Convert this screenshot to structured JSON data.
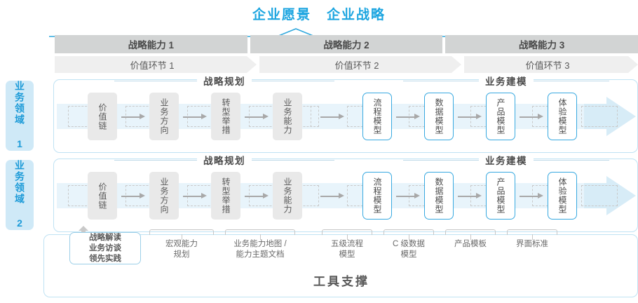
{
  "header": {
    "titles": [
      "企业愿景",
      "企业战略"
    ],
    "accent_color": "#1ca5e0"
  },
  "capability_bar": {
    "cells": [
      {
        "label": "战略能力 1"
      },
      {
        "label": "战略能力 2"
      },
      {
        "label": "战略能力 3"
      }
    ],
    "bg_color": "#d2d4d4"
  },
  "value_chain_bar": {
    "cells": [
      {
        "label": "价值环节 1"
      },
      {
        "label": "价值环节 2"
      },
      {
        "label": "价值环节 3"
      }
    ],
    "bg_color": "#efefef"
  },
  "domains": [
    {
      "label": "业务领域 1"
    },
    {
      "label": "业务领域 2"
    }
  ],
  "sections": {
    "strategy_planning": "战略规划",
    "business_modeling": "业务建模"
  },
  "row": {
    "strategy_nodes": [
      {
        "label": "价值链"
      },
      {
        "label": "业务方向"
      },
      {
        "label": "转型举措"
      },
      {
        "label": "业务能力"
      }
    ],
    "modeling_nodes": [
      {
        "label": "流程模型"
      },
      {
        "label": "数据模型"
      },
      {
        "label": "产品模型"
      },
      {
        "label": "体验模型"
      }
    ]
  },
  "tool_support": {
    "title": "工具支撑",
    "items": [
      {
        "label": "战略解读\n业务访谈\n领先实践",
        "highlighted": true
      },
      {
        "label": "宏观能力\n规划",
        "highlighted": false
      },
      {
        "label": "业务能力地图 /\n能力主题文档",
        "highlighted": false
      },
      {
        "label": "五级流程\n模型",
        "highlighted": false
      },
      {
        "label": "C 级数据\n模型",
        "highlighted": false
      },
      {
        "label": "产品模板",
        "highlighted": false
      },
      {
        "label": "界面标准",
        "highlighted": false
      }
    ]
  },
  "colors": {
    "blue_accent": "#1ca5e0",
    "node_blue_border": "#38a9e0",
    "node_gray_bg": "#e9e9e9",
    "band_blue": "#e8f4fb",
    "panel_border": "#bfe2f3"
  }
}
